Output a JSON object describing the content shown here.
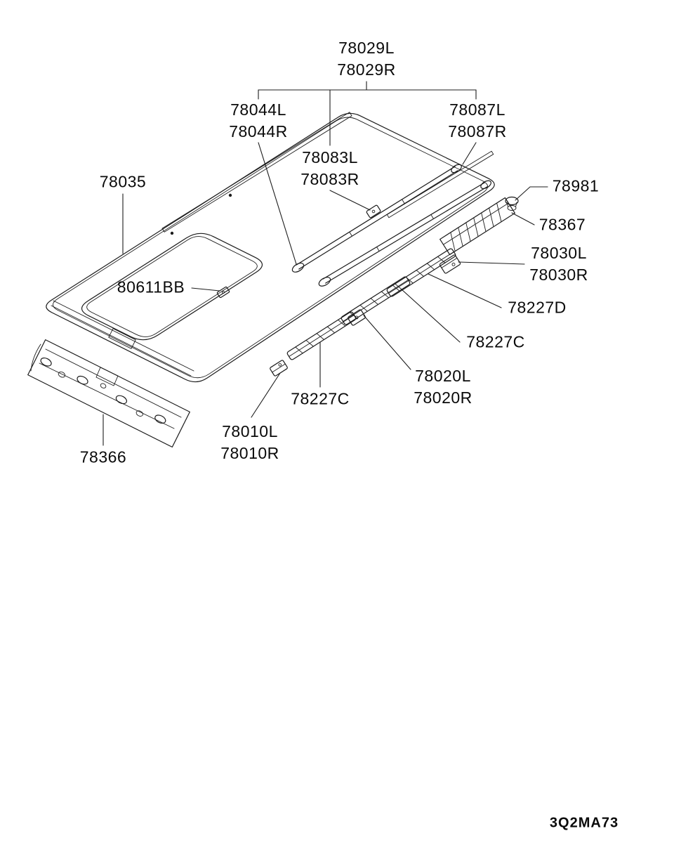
{
  "diagram": {
    "code": "3Q2MA73",
    "labels": {
      "l78029": {
        "line1": "78029L",
        "line2": "78029R"
      },
      "l78044": {
        "line1": "78044L",
        "line2": "78044R"
      },
      "l78083": {
        "line1": "78083L",
        "line2": "78083R"
      },
      "l78087": {
        "line1": "78087L",
        "line2": "78087R"
      },
      "l78035": {
        "line1": "78035"
      },
      "l78981": {
        "line1": "78981"
      },
      "l78367": {
        "line1": "78367"
      },
      "l78030": {
        "line1": "78030L",
        "line2": "78030R"
      },
      "l78227d": {
        "line1": "78227D"
      },
      "l78227c_right": {
        "line1": "78227C"
      },
      "l78020": {
        "line1": "78020L",
        "line2": "78020R"
      },
      "l80611bb": {
        "line1": "80611BB"
      },
      "l78227c_left": {
        "line1": "78227C"
      },
      "l78010": {
        "line1": "78010L",
        "line2": "78010R"
      },
      "l78366": {
        "line1": "78366"
      }
    }
  }
}
